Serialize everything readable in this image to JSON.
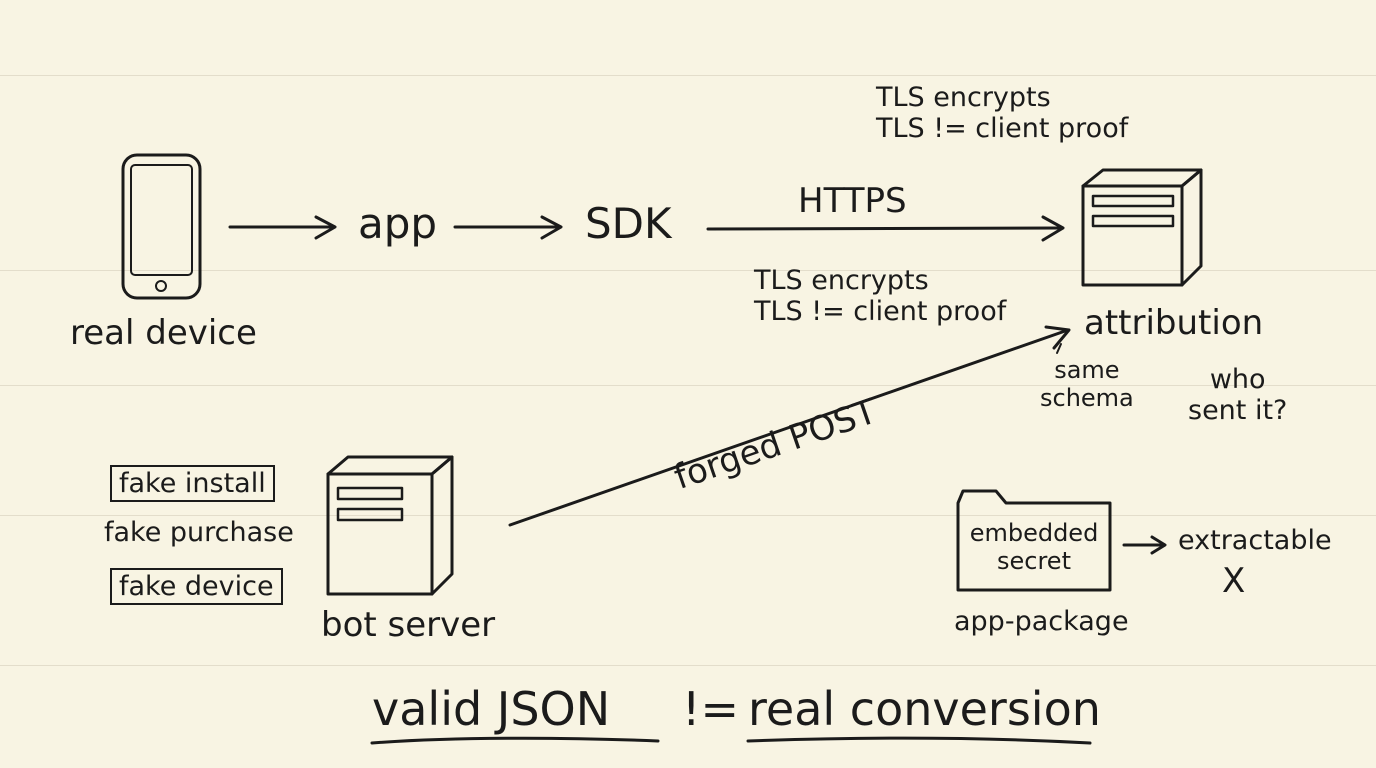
{
  "diagram": {
    "nodes": {
      "real_device": "real device",
      "app": "app",
      "sdk": "SDK",
      "attribution": "attribution",
      "bot_server": "bot server",
      "app_package": "app-package"
    },
    "edges": {
      "https": "HTTPS",
      "forged_post": "forged POST"
    },
    "tls_notes": {
      "upper": [
        "TLS encrypts",
        "TLS != client proof"
      ],
      "lower": [
        "TLS encrypts",
        "TLS != client proof"
      ]
    },
    "annotations": {
      "same_schema": [
        "same",
        "schema"
      ],
      "who_sent_it": [
        "who",
        "sent it?"
      ],
      "embedded_secret": [
        "embedded",
        "secret"
      ],
      "extractable": "extractable",
      "cross_mark": "X"
    },
    "fake_events": [
      "fake install",
      "fake purchase",
      "fake device"
    ],
    "conclusion": {
      "left": "valid JSON",
      "operator": "!=",
      "right": "real conversion"
    }
  }
}
